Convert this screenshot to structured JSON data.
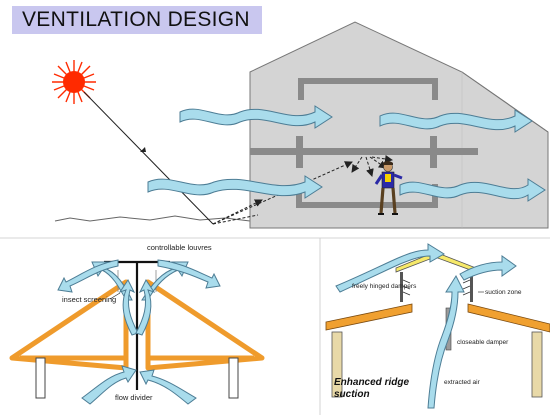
{
  "title": "VENTILATION DESIGN",
  "colors": {
    "title_bg": "#c9c7ef",
    "building_fill": "#d4d4d4",
    "structure_gray": "#8a8a8a",
    "airflow_blue": "#a9dcec",
    "airflow_outline": "#4d7d95",
    "roof_orange": "#f0a030",
    "wall_tan": "#e8d9a8",
    "hood_yellow": "#f6e96a",
    "sun_red": "#ff2a00"
  },
  "icons": [
    "sun-icon",
    "person-icon"
  ],
  "labels": {
    "controllable_louvres": "controllable louvres",
    "insect_screening": "insect screening",
    "flow_divider": "flow divider",
    "freely_hinged_dampers": "freely hinged dampers",
    "suction_zone": "suction zone",
    "closeable_damper": "closeable damper",
    "extracted_air": "extracted air",
    "enhanced_ridge_suction": "Enhanced ridge suction"
  }
}
